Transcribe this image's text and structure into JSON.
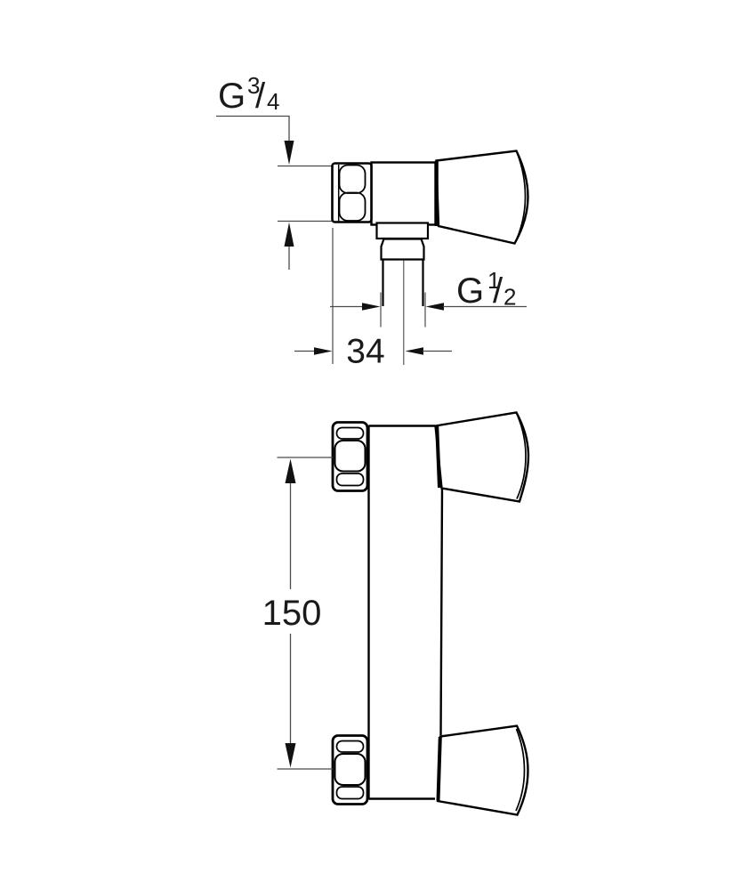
{
  "drawing": {
    "type": "technical-dimension-drawing",
    "views": [
      "top-view",
      "front-view"
    ],
    "colors": {
      "background": "#ffffff",
      "outline": "#000000",
      "thin_line": "#4b4b4b",
      "text": "#1a1a1a"
    },
    "dimensions": {
      "thread_top": {
        "prefix": "G",
        "numerator": "3",
        "slash": "/",
        "denominator": "4"
      },
      "thread_outlet": {
        "prefix": "G",
        "numerator": "1",
        "slash": "/",
        "denominator": "2"
      },
      "outlet_offset": "34",
      "centers_distance": "150"
    }
  }
}
